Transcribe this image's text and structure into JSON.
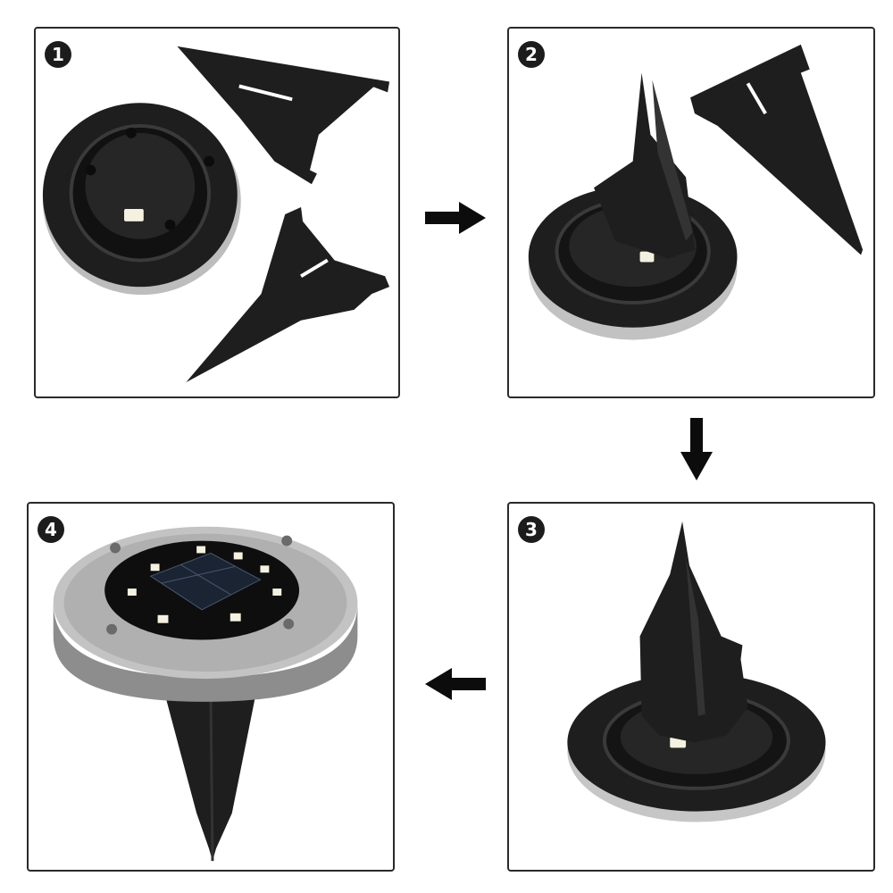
{
  "steps": [
    {
      "number": "1",
      "label": "step-1-parts"
    },
    {
      "number": "2",
      "label": "step-2-insert-first-stake"
    },
    {
      "number": "3",
      "label": "step-3-assembled-stake"
    },
    {
      "number": "4",
      "label": "step-4-finished-light"
    }
  ],
  "arrows": [
    {
      "direction": "right",
      "icon": "arrow-right-icon"
    },
    {
      "direction": "down",
      "icon": "arrow-down-icon"
    },
    {
      "direction": "left",
      "icon": "arrow-left-icon"
    }
  ],
  "colors": {
    "plastic": "#1e1e1e",
    "plastic_light": "#3a3a3a",
    "steel": "#b9b9b9",
    "panel_border": "#2a2a2a",
    "led": "#f4f1e0"
  }
}
